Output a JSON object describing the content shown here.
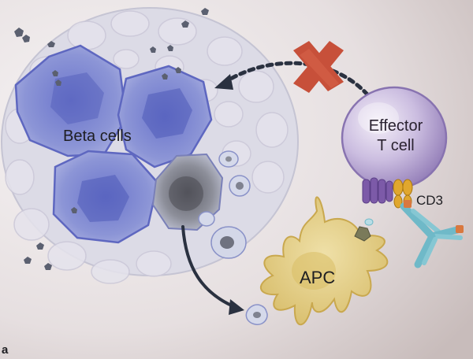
{
  "labels": {
    "beta_cells": "Beta cells",
    "effector_line1": "Effector",
    "effector_line2": "T cell",
    "apc": "APC",
    "cd3": "CD3",
    "panel_letter": "a"
  },
  "icons": {
    "blocked": "cross-mark-icon",
    "flow": "curved-arrow-icon"
  },
  "colors": {
    "background_light": "#f6f3f4",
    "background_dark": "#c8bcbb",
    "islet": "#dcdbe6",
    "beta_cell": "#8c95d6",
    "beta_nucleus": "#4a55b6",
    "t_cell": "#b7a6d0",
    "apc": "#e9d79a",
    "blocked_mark": "#c7503a",
    "antibody": "#6fb9c8",
    "antibody_tip": "#d9783f",
    "receptor_purple": "#7c5aa8",
    "receptor_gold": "#e0a72e",
    "arrow": "#2a3140"
  }
}
